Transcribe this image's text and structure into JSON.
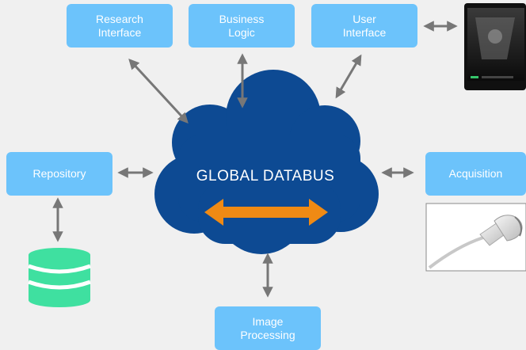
{
  "diagram": {
    "nodes": {
      "research_interface": "Research\nInterface",
      "business_logic": "Business\nLogic",
      "user_interface": "User\nInterface",
      "repository": "Repository",
      "acquisition": "Acquisition",
      "image_processing": "Image\nProcessing"
    },
    "center": "GLOBAL DATABUS"
  },
  "colors": {
    "box": "#6cc3fb",
    "cloud": "#0d4a93",
    "connector": "#777777",
    "bus_arrow": "#ef8a14",
    "database": "#3fe0a0",
    "background": "#f0f0f0"
  },
  "icons": [
    "tablet-device-icon",
    "ultrasound-probe-icon",
    "database-icon"
  ]
}
